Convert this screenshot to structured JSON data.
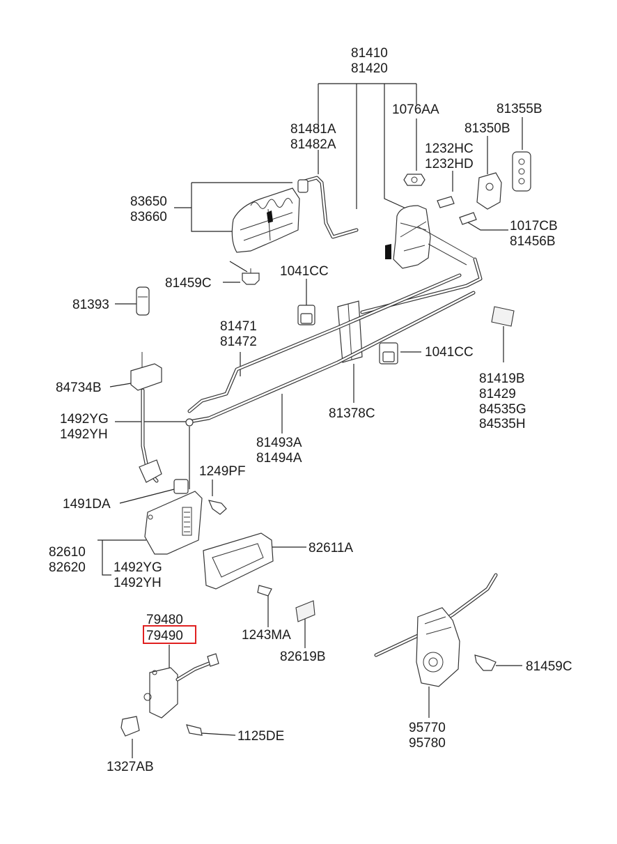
{
  "diagram": {
    "highlight_color": "#e02020",
    "labels": {
      "l81410": "81410",
      "l81420": "81420",
      "l1076AA": "1076AA",
      "l81355B": "81355B",
      "l81481A": "81481A",
      "l81482A": "81482A",
      "l81350B": "81350B",
      "l1232HC": "1232HC",
      "l1232HD": "1232HD",
      "l83650": "83650",
      "l83660": "83660",
      "l1017CB": "1017CB",
      "l81456B": "81456B",
      "l81459C_top": "81459C",
      "l1041CC_top": "1041CC",
      "l81393": "81393",
      "l81471": "81471",
      "l81472": "81472",
      "l1041CC_mid": "1041CC",
      "l84734B": "84734B",
      "l81419B": "81419B",
      "l81429": "81429",
      "l84535G": "84535G",
      "l84535H": "84535H",
      "l1492YG_top": "1492YG",
      "l1492YH_top": "1492YH",
      "l81378C": "81378C",
      "l81493A": "81493A",
      "l81494A": "81494A",
      "l1249PF": "1249PF",
      "l1491DA": "1491DA",
      "l82610": "82610",
      "l82620": "82620",
      "l82611A": "82611A",
      "l1492YG_bot": "1492YG",
      "l1492YH_bot": "1492YH",
      "l79480": "79480",
      "l79490": "79490",
      "l1243MA": "1243MA",
      "l82619B": "82619B",
      "l81459C_bot": "81459C",
      "l95770": "95770",
      "l95780": "95780",
      "l1125DE": "1125DE",
      "l1327AB": "1327AB"
    }
  }
}
